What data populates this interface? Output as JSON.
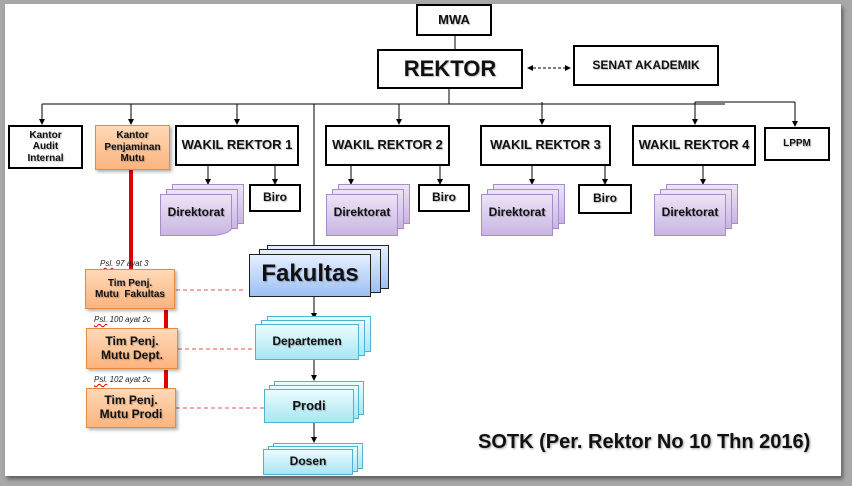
{
  "diagram": {
    "mwa": "MWA",
    "rektor": "REKTOR",
    "senat": "SENAT AKADEMIK",
    "kantor_audit": [
      "Kantor",
      "Audit",
      "Internal"
    ],
    "kantor_penjaminan": [
      "Kantor",
      "Penjaminan",
      "Mutu"
    ],
    "wakil_rektor": [
      "WAKIL REKTOR 1",
      "WAKIL REKTOR 2",
      "WAKIL REKTOR 3",
      "WAKIL REKTOR 4"
    ],
    "lppm": "LPPM",
    "direktorat": "Direktorat",
    "biro": "Biro",
    "fakultas": "Fakultas",
    "departemen": "Departemen",
    "prodi": "Prodi",
    "dosen": "Dosen",
    "tim_fakultas": [
      "Tim Penj.",
      "Mutu  Fakultas"
    ],
    "tim_dept": [
      "Tim Penj.",
      "Mutu Dept."
    ],
    "tim_prodi": [
      "Tim Penj.",
      "Mutu Prodi"
    ],
    "notes": {
      "n1_psl": "Psl.",
      "n1_rest": " 97 ayat 3",
      "n2_psl": "Psl.",
      "n2_rest": " 100 ayat 2c",
      "n3_psl": "Psl.",
      "n3_rest": " 102 ayat 2c"
    },
    "caption": "SOTK (Per. Rektor No 10 Thn 2016)"
  },
  "colors": {
    "quality_line": "#e00000",
    "quality_dash": "#e85050"
  }
}
